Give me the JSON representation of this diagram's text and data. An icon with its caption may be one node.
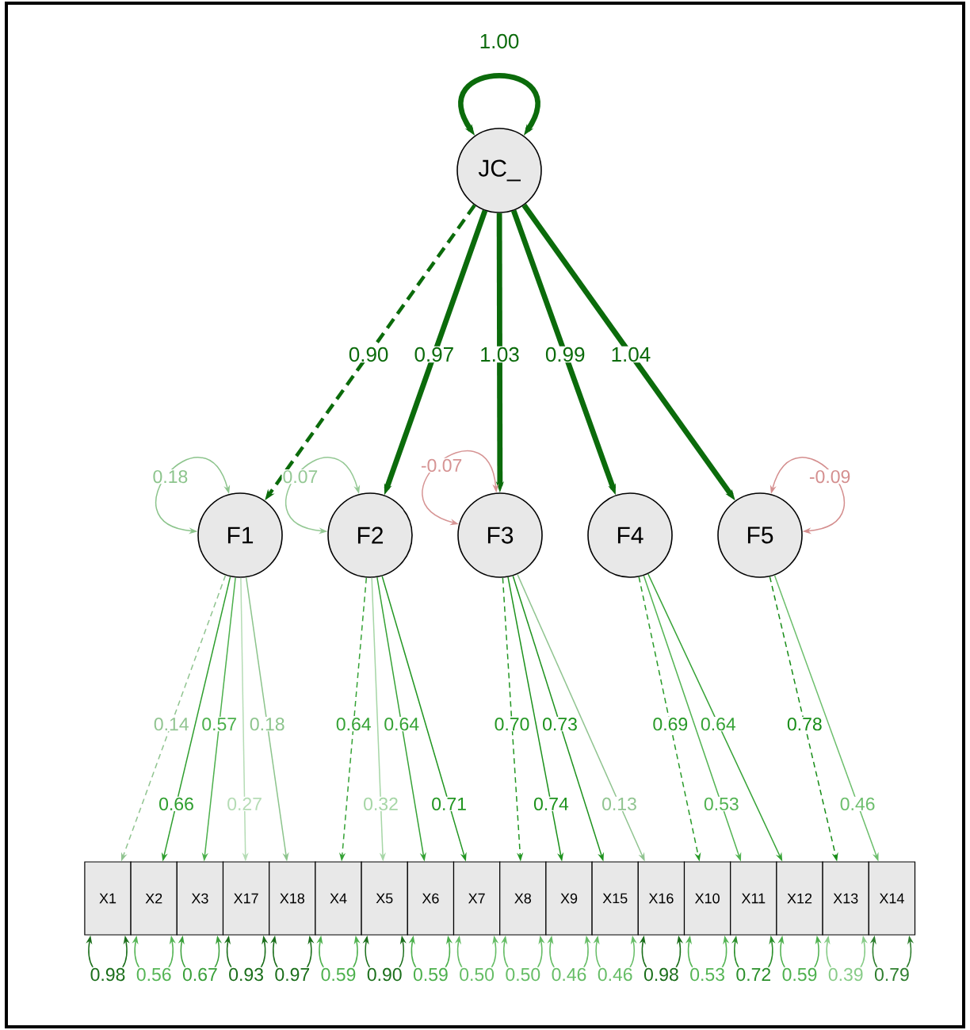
{
  "diagram": {
    "nodes": [
      {
        "text": [
          "JC_"
        ]
      },
      {
        "text": [
          "F1"
        ]
      },
      {
        "text": [
          "F2"
        ]
      },
      {
        "text": [
          "F3"
        ]
      },
      {
        "text": [
          "F4"
        ]
      },
      {
        "text": [
          "F5"
        ]
      },
      {
        "text": [
          "X1"
        ]
      },
      {
        "text": [
          "X2"
        ]
      },
      {
        "text": [
          "X3"
        ]
      },
      {
        "text": [
          "X17"
        ]
      },
      {
        "text": [
          "X18"
        ]
      },
      {
        "text": [
          "X4"
        ]
      },
      {
        "text": [
          "X5"
        ]
      },
      {
        "text": [
          "X6"
        ]
      },
      {
        "text": [
          "X7"
        ]
      },
      {
        "text": [
          "X8"
        ]
      },
      {
        "text": [
          "X9"
        ]
      },
      {
        "text": [
          "X15"
        ]
      },
      {
        "text": [
          "X16"
        ]
      },
      {
        "text": [
          "X10"
        ]
      },
      {
        "text": [
          "X11"
        ]
      },
      {
        "text": [
          "X12"
        ]
      },
      {
        "text": [
          "X13"
        ]
      },
      {
        "text": [
          "X14"
        ]
      }
    ],
    "edges": [
      {
        "from": 0,
        "to": 0,
        "arrow": "both",
        "label": "1.00",
        "style": "thick",
        "color": "#0b6b0b"
      },
      {
        "from": 0,
        "to": 1,
        "arrow": "to",
        "label": "0.90",
        "style": "dashed",
        "color": "#0b6b0b"
      },
      {
        "from": 0,
        "to": 2,
        "arrow": "to",
        "label": "0.97",
        "style": "thick",
        "color": "#0b6b0b"
      },
      {
        "from": 0,
        "to": 3,
        "arrow": "to",
        "label": "1.03",
        "style": "thick",
        "color": "#0b6b0b"
      },
      {
        "from": 0,
        "to": 4,
        "arrow": "to",
        "label": "0.99",
        "style": "thick",
        "color": "#0b6b0b"
      },
      {
        "from": 0,
        "to": 5,
        "arrow": "to",
        "label": "1.04",
        "style": "thick",
        "color": "#0b6b0b"
      },
      {
        "from": 1,
        "to": 1,
        "arrow": "both",
        "label": "0.18",
        "color": "#8cc48c"
      },
      {
        "from": 2,
        "to": 2,
        "arrow": "both",
        "label": "0.07",
        "color": "#94c894"
      },
      {
        "from": 3,
        "to": 3,
        "arrow": "both",
        "label": "-0.07",
        "color": "#d69494"
      },
      {
        "from": 5,
        "to": 5,
        "arrow": "both",
        "label": "-0.09",
        "color": "#d48e8e"
      },
      {
        "from": 1,
        "to": 6,
        "arrow": "to",
        "label": "0.14",
        "style": "dashed",
        "color": "#90c490"
      },
      {
        "from": 1,
        "to": 7,
        "arrow": "to",
        "label": "0.66",
        "color": "#2e9e2e"
      },
      {
        "from": 1,
        "to": 8,
        "arrow": "to",
        "label": "0.57",
        "color": "#4cb04c"
      },
      {
        "from": 1,
        "to": 9,
        "arrow": "to",
        "label": "0.27",
        "color": "#b5dcb5"
      },
      {
        "from": 1,
        "to": 10,
        "arrow": "to",
        "label": "0.18",
        "color": "#8cc48c"
      },
      {
        "from": 2,
        "to": 11,
        "arrow": "to",
        "label": "0.64",
        "style": "dashed",
        "color": "#35a235"
      },
      {
        "from": 2,
        "to": 12,
        "arrow": "to",
        "label": "0.32",
        "color": "#a6d6a6"
      },
      {
        "from": 2,
        "to": 13,
        "arrow": "to",
        "label": "0.64",
        "color": "#35a235"
      },
      {
        "from": 2,
        "to": 14,
        "arrow": "to",
        "label": "0.71",
        "color": "#229622"
      },
      {
        "from": 3,
        "to": 15,
        "arrow": "to",
        "label": "0.70",
        "style": "dashed",
        "color": "#229622"
      },
      {
        "from": 3,
        "to": 16,
        "arrow": "to",
        "label": "0.74",
        "color": "#1d921d"
      },
      {
        "from": 3,
        "to": 17,
        "arrow": "to",
        "label": "0.73",
        "color": "#1d921d"
      },
      {
        "from": 3,
        "to": 18,
        "arrow": "to",
        "label": "0.13",
        "color": "#90c490"
      },
      {
        "from": 4,
        "to": 19,
        "arrow": "to",
        "label": "0.69",
        "style": "dashed",
        "color": "#289a28"
      },
      {
        "from": 4,
        "to": 20,
        "arrow": "to",
        "label": "0.53",
        "color": "#52b352"
      },
      {
        "from": 4,
        "to": 21,
        "arrow": "to",
        "label": "0.64",
        "color": "#35a235"
      },
      {
        "from": 5,
        "to": 22,
        "arrow": "to",
        "label": "0.78",
        "style": "dashed",
        "color": "#178c17"
      },
      {
        "from": 5,
        "to": 23,
        "arrow": "to",
        "label": "0.46",
        "color": "#6cbe6c"
      },
      {
        "from": 6,
        "to": 6,
        "arrow": "both",
        "label": "0.98",
        "color": "#1a6e1a"
      },
      {
        "from": 7,
        "to": 7,
        "arrow": "both",
        "label": "0.56",
        "color": "#55b555"
      },
      {
        "from": 8,
        "to": 8,
        "arrow": "both",
        "label": "0.67",
        "color": "#3aa03a"
      },
      {
        "from": 9,
        "to": 9,
        "arrow": "both",
        "label": "0.93",
        "color": "#1a6e1a"
      },
      {
        "from": 10,
        "to": 10,
        "arrow": "both",
        "label": "0.97",
        "color": "#1a6e1a"
      },
      {
        "from": 11,
        "to": 11,
        "arrow": "both",
        "label": "0.59",
        "color": "#4cb04c"
      },
      {
        "from": 12,
        "to": 12,
        "arrow": "both",
        "label": "0.90",
        "color": "#1a6e1a"
      },
      {
        "from": 13,
        "to": 13,
        "arrow": "both",
        "label": "0.59",
        "color": "#4cb04c"
      },
      {
        "from": 14,
        "to": 14,
        "arrow": "both",
        "label": "0.50",
        "color": "#66bd66"
      },
      {
        "from": 15,
        "to": 15,
        "arrow": "both",
        "label": "0.50",
        "color": "#66bd66"
      },
      {
        "from": 16,
        "to": 16,
        "arrow": "both",
        "label": "0.46",
        "color": "#66bd66"
      },
      {
        "from": 17,
        "to": 17,
        "arrow": "both",
        "label": "0.46",
        "color": "#66bd66"
      },
      {
        "from": 18,
        "to": 18,
        "arrow": "both",
        "label": "0.98",
        "color": "#1a6e1a"
      },
      {
        "from": 19,
        "to": 19,
        "arrow": "both",
        "label": "0.53",
        "color": "#55b555"
      },
      {
        "from": 20,
        "to": 20,
        "arrow": "both",
        "label": "0.72",
        "color": "#2a8f2a"
      },
      {
        "from": 21,
        "to": 21,
        "arrow": "both",
        "label": "0.59",
        "color": "#4cb04c"
      },
      {
        "from": 22,
        "to": 22,
        "arrow": "both",
        "label": "0.39",
        "color": "#88cc88"
      },
      {
        "from": 23,
        "to": 23,
        "arrow": "both",
        "label": "0.79",
        "color": "#2f7f2f"
      }
    ]
  }
}
